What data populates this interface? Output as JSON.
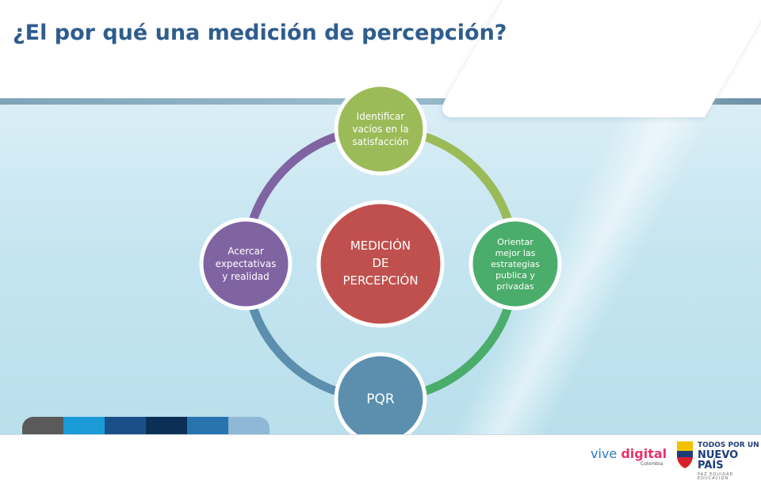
{
  "title": "¿El por qué una medición de percepción?",
  "center": {
    "lines": [
      "MEDICIÓN",
      "DE",
      "PERCEPCIÓN"
    ],
    "color": "#c0504d"
  },
  "nodes": [
    {
      "lines": [
        "Identificar",
        "vacíos en la",
        "satisfacción"
      ],
      "color": "#9bbb59"
    },
    {
      "lines": [
        "Orientar",
        "mejor las",
        "estrategias",
        "publica y",
        "privadas"
      ],
      "color": "#4bad6b"
    },
    {
      "lines": [
        "PQR"
      ],
      "color": "#5b8fad"
    },
    {
      "lines": [
        "Acercar",
        "expectativas",
        "y realidad"
      ],
      "color": "#8064a2"
    }
  ],
  "ring_colors": [
    "#9bbb59",
    "#4bad6b",
    "#5b8fad",
    "#8064a2"
  ],
  "bottom_tabs": [
    "#5a5a5a",
    "#1a9bd7",
    "#1b4f8a",
    "#0b2f55",
    "#2774ae",
    "#8fb7d6"
  ],
  "footer": {
    "vive": "vive",
    "digital": "digital",
    "colombia": "Colombia",
    "todos_line1": "TODOS POR UN",
    "todos_line2": "NUEVO PAÍS",
    "todos_line3": "PAZ  EQUIDAD  EDUCACIÓN"
  }
}
